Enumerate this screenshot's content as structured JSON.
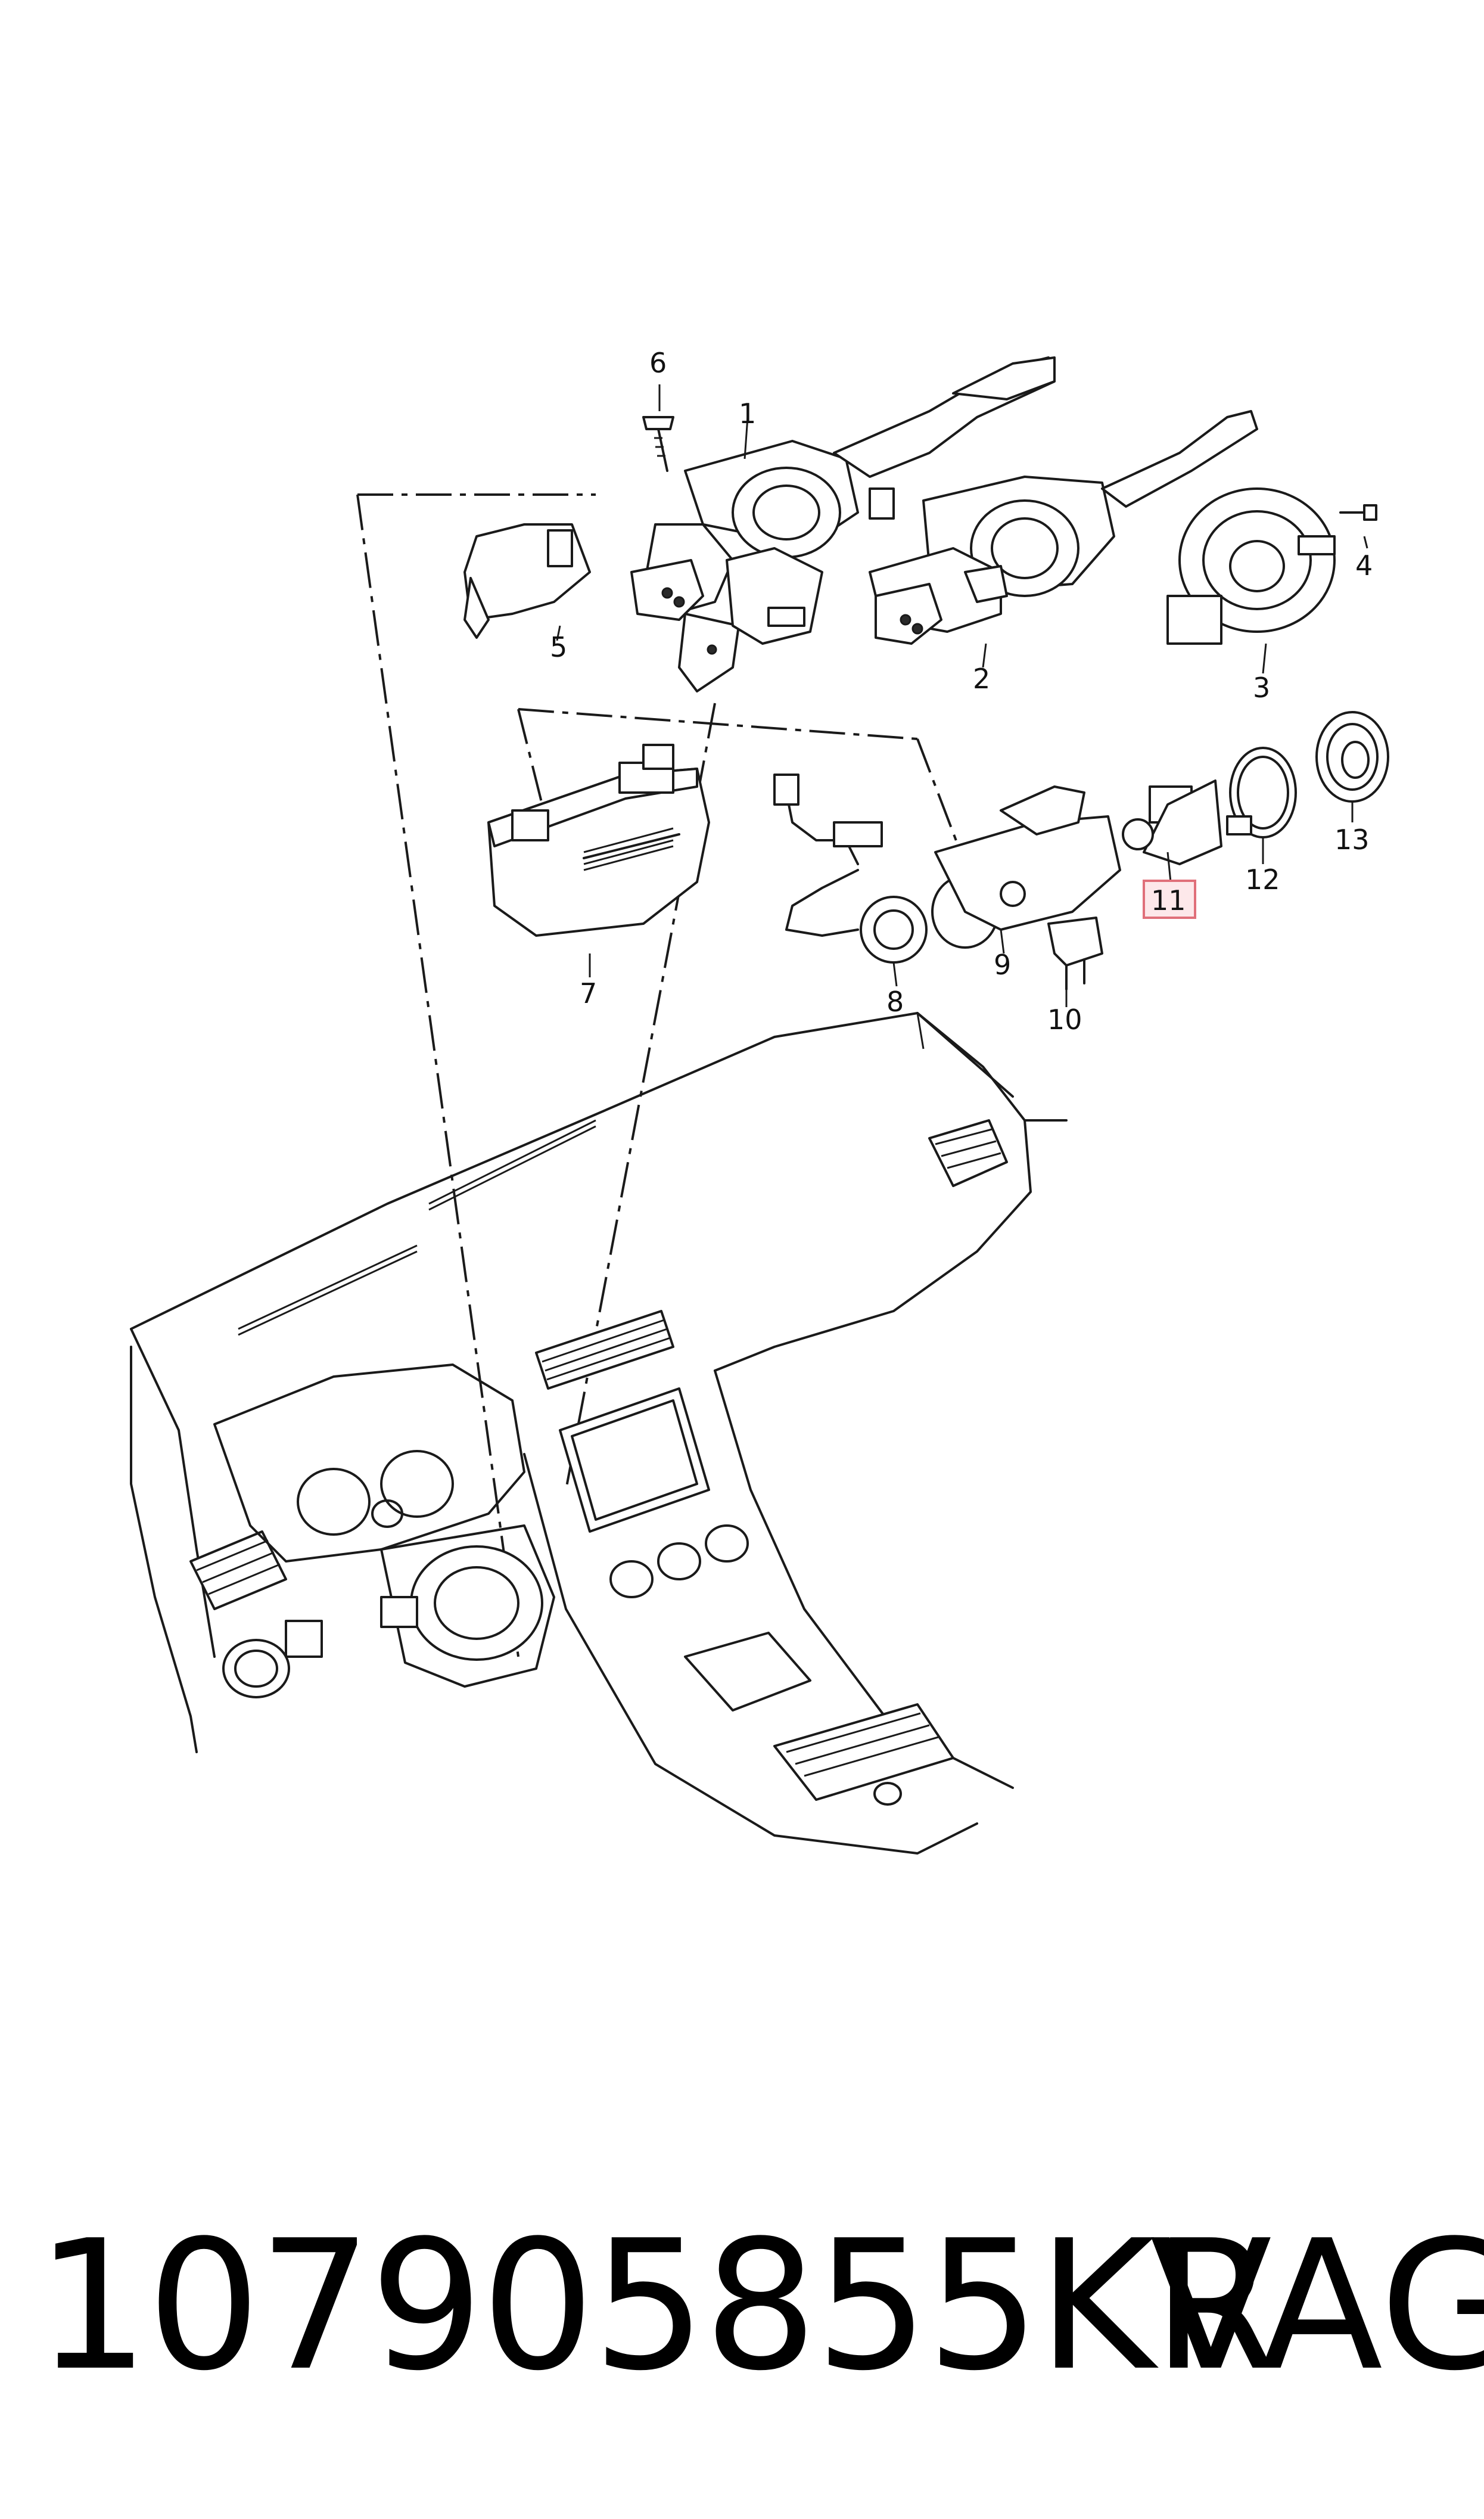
{
  "callouts": [
    {
      "id": "1",
      "label": "1",
      "highlighted": false
    },
    {
      "id": "2",
      "label": "2",
      "highlighted": false
    },
    {
      "id": "3",
      "label": "3",
      "highlighted": false
    },
    {
      "id": "4",
      "label": "4",
      "highlighted": false
    },
    {
      "id": "5",
      "label": "5",
      "highlighted": false
    },
    {
      "id": "6",
      "label": "6",
      "highlighted": false
    },
    {
      "id": "7",
      "label": "7",
      "highlighted": false
    },
    {
      "id": "8",
      "label": "8",
      "highlighted": false
    },
    {
      "id": "9",
      "label": "9",
      "highlighted": false
    },
    {
      "id": "10",
      "label": "10",
      "highlighted": false
    },
    {
      "id": "11",
      "label": "11",
      "highlighted": true
    },
    {
      "id": "12",
      "label": "12",
      "highlighted": false
    },
    {
      "id": "13",
      "label": "13",
      "highlighted": false
    }
  ],
  "footer": {
    "part_number": "107905855KR",
    "brand": "VAG"
  },
  "colors": {
    "line": "#1a1a1a",
    "highlight_fill": "#fde8ea",
    "highlight_border": "#e0707a",
    "background": "#ffffff"
  }
}
